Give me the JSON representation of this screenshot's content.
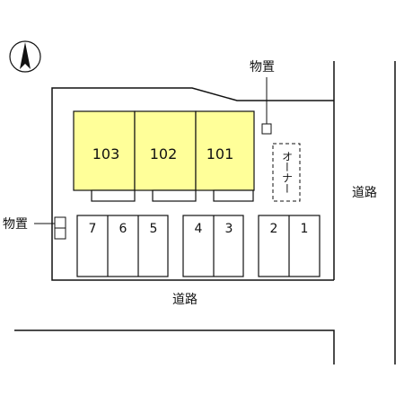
{
  "compass": {
    "label": "N",
    "icon": "north-arrow-icon"
  },
  "units": [
    {
      "number": "103"
    },
    {
      "number": "102"
    },
    {
      "number": "101"
    }
  ],
  "parking_spaces": [
    "7",
    "6",
    "5",
    "4",
    "3",
    "2",
    "1"
  ],
  "storage": {
    "label": "物置"
  },
  "owner_parking": {
    "label": "オーナー"
  },
  "roads": {
    "south": "道路",
    "east": "道路"
  },
  "colors": {
    "unit_fill": "#ffff99",
    "line": "#111111",
    "background": "#ffffff"
  }
}
